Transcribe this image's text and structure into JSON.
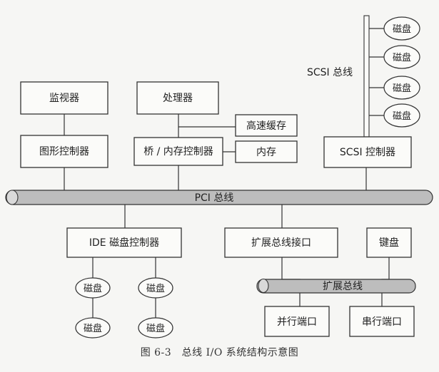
{
  "colors": {
    "bus": "#bdbdbd",
    "bus_end": "#d9d9d9",
    "line": "#333333"
  },
  "boxes": {
    "monitor": "监视器",
    "processor": "处理器",
    "cache": "高速缓存",
    "graphics_controller": "图形控制器",
    "bridge_memory_controller": "桥 / 内存控制器",
    "memory": "内存",
    "scsi_controller": "SCSI 控制器",
    "ide_controller": "IDE 磁盘控制器",
    "expansion_bus_interface": "扩展总线接口",
    "keyboard": "键盘",
    "parallel_port": "并行端口",
    "serial_port": "串行端口"
  },
  "buses": {
    "pci": "PCI 总线",
    "scsi": "SCSI 总线",
    "expansion": "扩展总线"
  },
  "disk_label": "磁盘",
  "caption": "图 6-3　总线 I/O 系统结构示意图"
}
